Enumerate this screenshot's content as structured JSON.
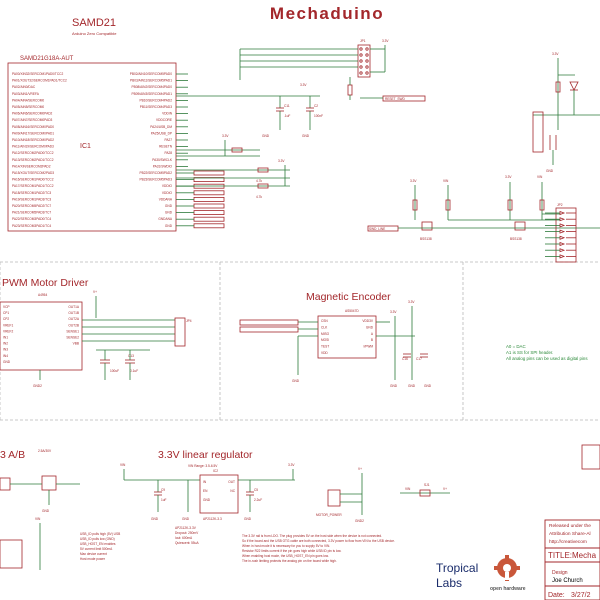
{
  "title": "Mechaduino",
  "sections": {
    "samd": {
      "title": "SAMD21",
      "subtitle": "Arduino Zero Compatible",
      "chip": "SAMD21G18A-AUT",
      "ic": "IC1"
    },
    "motor": {
      "title": "PWM Motor Driver",
      "chip": "A4954"
    },
    "encoder": {
      "title": "Magnetic Encoder",
      "chip": "AS5047D"
    },
    "regulator": {
      "title": "3.3V linear regulator",
      "range": "VIN Range: 3.5-6.5V",
      "ic": "IC2",
      "part": "AP2112K-3.3"
    },
    "power": {
      "title": "3 A/B",
      "label": "MOTOR_POWER"
    }
  },
  "notes": {
    "analog": [
      "A0 = DAC",
      "A1 is SS for SPI header.",
      "All analog pins can be used as digital pins"
    ]
  },
  "nets": {
    "v33": "3.3V",
    "vin": "VIN",
    "gnd": "GND",
    "vplus": "V+",
    "c11": "C11",
    "c1u": ".1uF",
    "c100": "100nF",
    "c2": "C2",
    "r47": "4.7k",
    "jp1": "JP1",
    "jp2": "JP2",
    "bss": "BSS138",
    "sdwire": "SWDIO",
    "sense": "SENSE"
  },
  "tb": {
    "released": "Released under the",
    "attribution": "Attribution Share-Al",
    "url": "http://creativecom",
    "title_label": "TITLE:",
    "title_value": "Mecha",
    "design_label": "Design",
    "designer": "Joe Church",
    "date_label": "Date:",
    "date_value": "3/27/2",
    "company": "Tropical",
    "company2": "Labs",
    "oshw": "open hardware"
  },
  "samd_pins_left": [
    "PA00/XIN32/SERCOM1PAD0/TCC2",
    "PA01/XOUT32/SERCOM1PAD1/TCC2",
    "PA02/AIN0/DAC",
    "PA03/AIN1/VREFA",
    "PA04/AIN4/SERCOM0",
    "PA05/AIN5/SERCOM0",
    "PA06/AIN6/SERCOM0PAD2",
    "PA07/AIN7/SERCOM0PAD3",
    "PA08/AIN16/SERCOM0PAD0",
    "PA09/AIN17/SERCOM0PAD1",
    "PA10/AIN18/SERCOM0PAD2",
    "PA11/AIN19/SERCOM0PAD3",
    "PA12/SERCOM2PAD0/TCC2",
    "PA13/SERCOM2PAD1/TCC2",
    "PA14/XIN/SERCOM2PAD2",
    "PA15/XOUT/SERCOM2PAD3",
    "PA16/SERCOM1PAD0/TCC2",
    "PA17/SERCOM1PAD1/TCC2",
    "PA18/SERCOM1PAD2/TC3",
    "PA19/SERCOM1PAD3/TC3",
    "PA20/SERCOM5PAD2/TC7",
    "PA21/SERCOM5PAD3/TC7",
    "PA22/SERCOM3PAD0/TC4",
    "PA23/SERCOM3PAD1/TC4"
  ],
  "samd_pins_right": [
    "PB02/AIN10/SERCOM5PAD0",
    "PB03/AIN11/SERCOM5PAD1",
    "PB08/AIN2/SERCOM4PAD0",
    "PB09/AIN3/SERCOM4PAD1",
    "PB10/SERCOM4PAD2",
    "PB11/SERCOM4PAD3",
    "VDDIN",
    "VDDCORE",
    "PA24/USB_DM",
    "PA25/USB_DP",
    "PA27",
    "RESETN",
    "PA28",
    "PA30/SWCLK",
    "PA31/SWDIO",
    "PB22/SERCOM5PAD2",
    "PB23/SERCOM5PAD3",
    "VDDIO",
    "VDDIO",
    "VDDANA",
    "GND",
    "GND",
    "GNDANA",
    "GND"
  ],
  "motor_pins": [
    "VCP",
    "CP1",
    "CP2",
    "VREF1",
    "VREF2",
    "IN1",
    "IN2",
    "IN3",
    "IN4",
    "GND",
    "OUT1A",
    "OUT1B",
    "OUT2A",
    "OUT2B",
    "SENSE1",
    "SENSE2",
    "VBB"
  ],
  "enc_pins": [
    "CSN",
    "CLK",
    "MISO",
    "MOSI",
    "TEST",
    "VDD",
    "VDD3V",
    "GND",
    "A",
    "B",
    "I/PWM"
  ],
  "reg_pins": [
    "IN",
    "EN",
    "GND",
    "OUT",
    "NC"
  ],
  "reg_notes": [
    "AP2112K-3.3V",
    "Dropout: 250mV",
    "Iout: 600mA",
    "Quiescent: 55uA"
  ],
  "bottom_notes": [
    "The 3.3V rail is from LDO. The plug provides 5V on the host side when the device is not connected.",
    "So if the board and the USB OTG cable are both connected, 3.3V power to flow from VIN to the USB device.",
    "When in host mode it is necessary for you to supply 5V to VIN.",
    "Resistor R22 limits current if the pin goes high while USB ID pin is low.",
    "When enabling host mode, the USB_HOST_EN pin goes low.",
    "The in-rush limiting protects the analog pin on the board while high."
  ],
  "usb_notes": [
    "USB_ID pulls high (5V) USB",
    "USB_ID pulls low (GND)",
    "USB_HOST_EN enables",
    "5V current limit 500mA",
    "Max device current",
    "Host mode power"
  ]
}
